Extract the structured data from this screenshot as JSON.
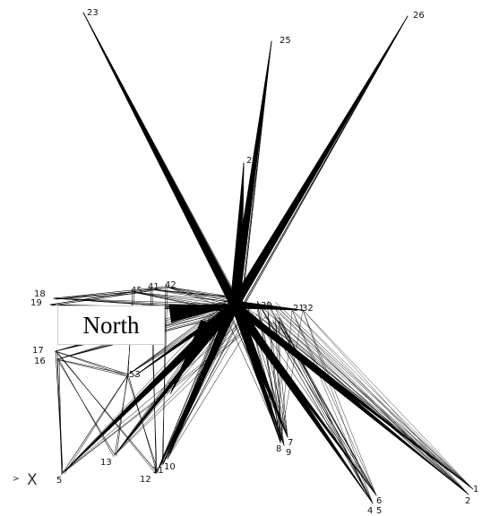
{
  "diagram": {
    "north_label": "North",
    "axis_marker": ">",
    "axis_label": "X",
    "nodes": [
      {
        "id": "1",
        "label": "1"
      },
      {
        "id": "2",
        "label": "2"
      },
      {
        "id": "4",
        "label": "4"
      },
      {
        "id": "5a",
        "label": "5"
      },
      {
        "id": "6",
        "label": "6"
      },
      {
        "id": "7",
        "label": "7"
      },
      {
        "id": "8",
        "label": "8"
      },
      {
        "id": "9",
        "label": "9"
      },
      {
        "id": "10",
        "label": "10"
      },
      {
        "id": "11",
        "label": "11"
      },
      {
        "id": "12",
        "label": "12"
      },
      {
        "id": "13",
        "label": "13"
      },
      {
        "id": "16",
        "label": "16"
      },
      {
        "id": "17",
        "label": "17"
      },
      {
        "id": "18",
        "label": "18"
      },
      {
        "id": "19",
        "label": "19"
      },
      {
        "id": "23",
        "label": "23"
      },
      {
        "id": "25",
        "label": "25"
      },
      {
        "id": "26",
        "label": "26"
      },
      {
        "id": "27",
        "label": "27"
      },
      {
        "id": "5b",
        "label": "5"
      },
      {
        "id": "42",
        "label": "42"
      },
      {
        "id": "41",
        "label": "41"
      },
      {
        "id": "45",
        "label": "45"
      },
      {
        "id": "53",
        "label": "53"
      },
      {
        "id": "21",
        "label": "21"
      },
      {
        "id": "32",
        "label": "32"
      },
      {
        "id": "39",
        "label": "39"
      }
    ]
  }
}
